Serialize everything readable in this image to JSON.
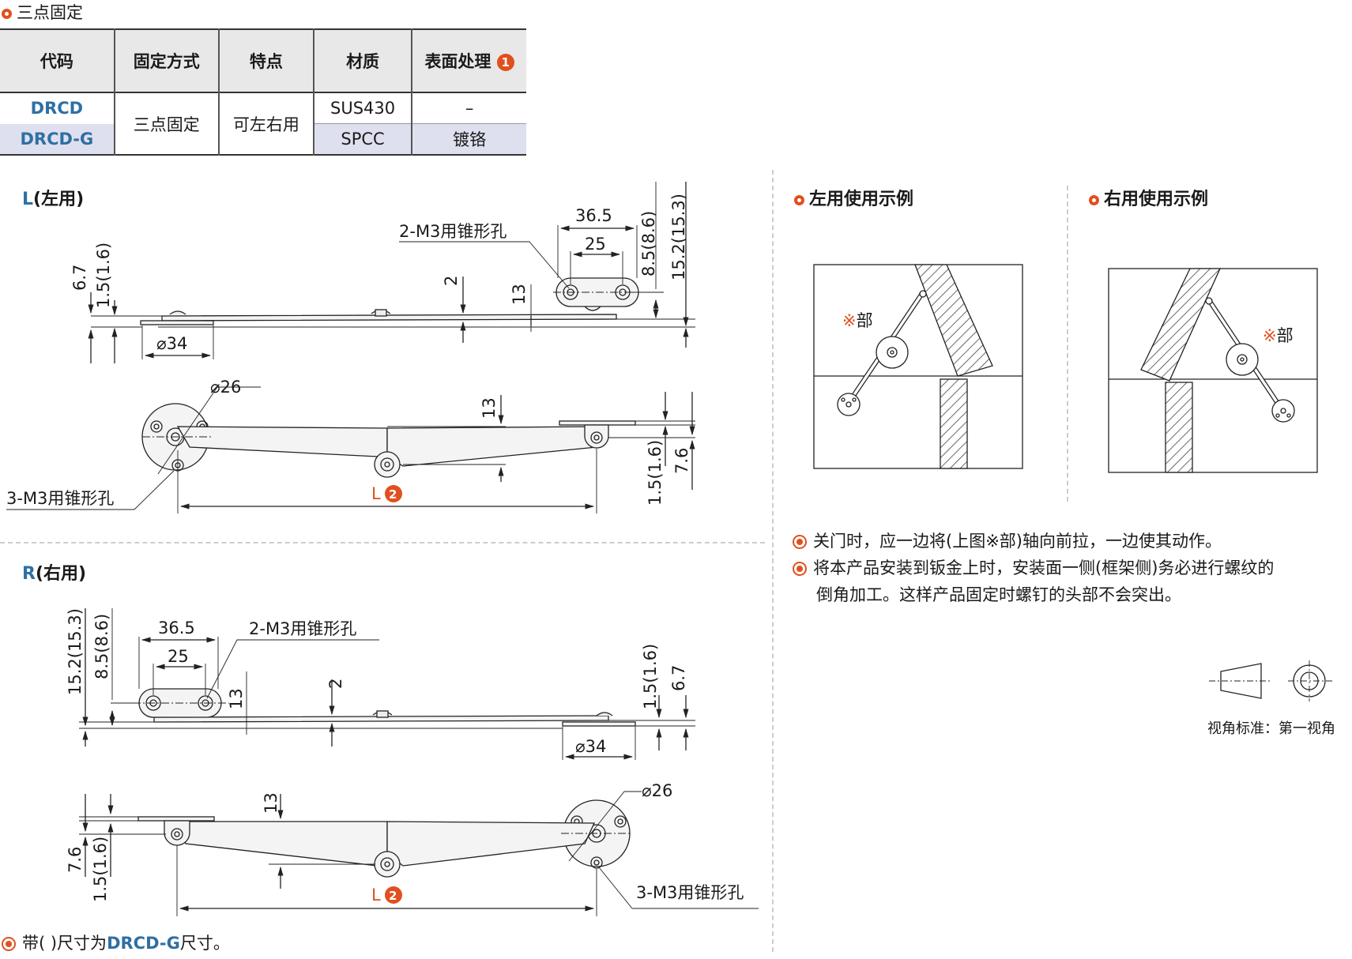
{
  "section": {
    "title": "三点固定"
  },
  "spec_table": {
    "headers": [
      "代码",
      "固定方式",
      "特点",
      "材质",
      "表面处理"
    ],
    "note_badge": "1",
    "rows": [
      {
        "code": "DRCD",
        "material": "SUS430",
        "surface": "–"
      },
      {
        "code": "DRCD-G",
        "material": "SPCC",
        "surface": "镀铬"
      }
    ],
    "mount": "三点固定",
    "feature": "可左右用"
  },
  "left_view": {
    "label_letter": "L",
    "label_text": "(左用)",
    "dims": {
      "hole_note": "2-M3用锥形孔",
      "w365": "36.5",
      "w25": "25",
      "h85": "8.5(8.6)",
      "h152": "15.2(15.3)",
      "h2": "2",
      "h13a": "13",
      "h67": "6.7",
      "h15": "1.5(1.6)",
      "d34": "⌀34",
      "d26": "⌀26",
      "h13b": "13",
      "h15b": "1.5(1.6)",
      "h76": "7.6",
      "hole3": "3-M3用锥形孔",
      "len": "L",
      "len_badge": "2"
    }
  },
  "right_view": {
    "label_letter": "R",
    "label_text": "(右用)",
    "dims": {
      "h152": "15.2(15.3)",
      "h85": "8.5(8.6)",
      "w365": "36.5",
      "w25": "25",
      "hole_note": "2-M3用锥形孔",
      "h13a": "13",
      "h2": "2",
      "h15": "1.5(1.6)",
      "h67": "6.7",
      "d34": "⌀34",
      "d26": "⌀26",
      "h13b": "13",
      "h76": "7.6",
      "h15b": "1.5(1.6)",
      "hole3": "3-M3用锥形孔",
      "len": "L",
      "len_badge": "2"
    }
  },
  "examples": {
    "left_title": "左用使用示例",
    "right_title": "右用使用示例",
    "mark_left": "※部",
    "mark_right": "※部"
  },
  "notes": {
    "n1": "关门时，应一边将(上图※部)轴向前拉，一边使其动作。",
    "n2a": "将本产品安装到钣金上时，安装面一侧(框架侧)务必进行螺纹的",
    "n2b": "倒角加工。这样产品固定时螺钉的头部不会突出。"
  },
  "projection": {
    "caption": "视角标准：第一视角"
  },
  "footnote": {
    "pre": "带(  )尺寸为",
    "code": "DRCD-G",
    "post": "尺寸。"
  },
  "colors": {
    "accent": "#e0501e",
    "code": "#2f6fa3",
    "hatch": "#444444"
  }
}
